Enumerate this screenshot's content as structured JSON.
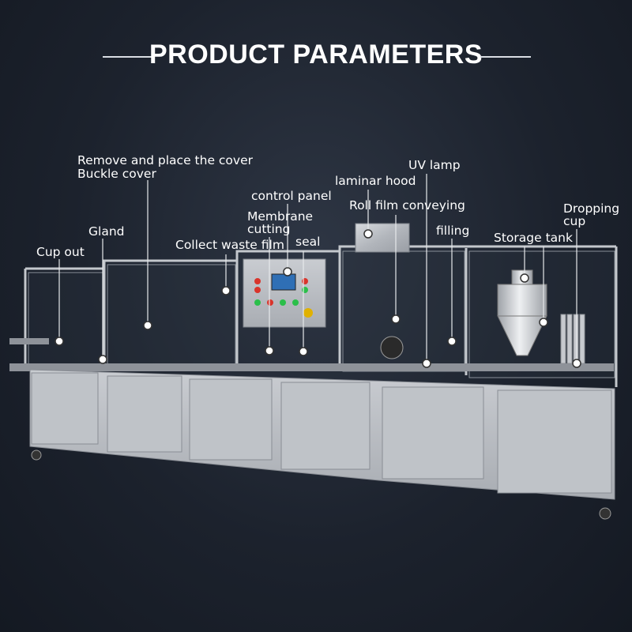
{
  "header": {
    "title": "PRODUCT PARAMETERS"
  },
  "labels": {
    "remove_cover": "Remove and place the cover",
    "buckle_cover": "Buckle cover",
    "control_panel": "control panel",
    "laminar_hood": "laminar hood",
    "uv_lamp": "UV lamp",
    "roll_film": "Roll film conveying",
    "dropping_cup_1": "Dropping",
    "dropping_cup_2": "cup",
    "gland": "Gland",
    "membrane_1": "Membrane",
    "membrane_2": "cutting",
    "seal": "seal",
    "filling": "filling",
    "storage_tank": "Storage tank",
    "collect_waste": "Collect waste film",
    "cup_out": "Cup out"
  },
  "colors": {
    "background": "#1c222d",
    "steel": "#b9bdc3",
    "label_text": "#ffffff",
    "indicator_green": "#2bbf4a",
    "indicator_red": "#d9342b"
  },
  "icons": [
    "pointer-marker-icon"
  ]
}
